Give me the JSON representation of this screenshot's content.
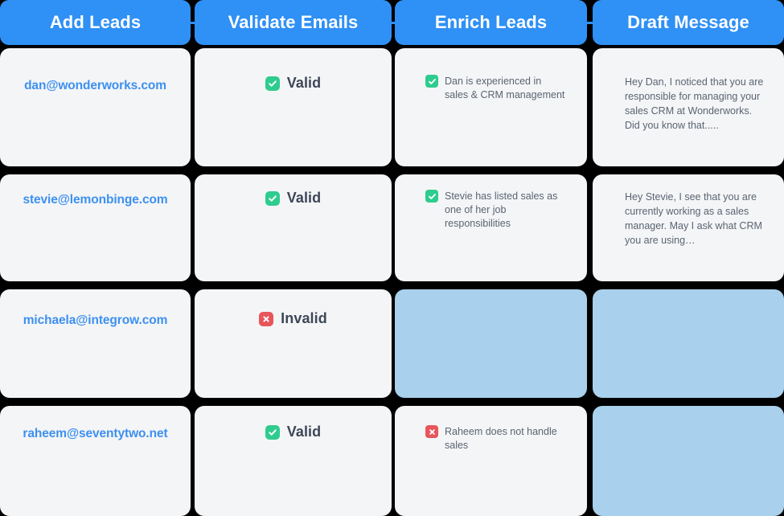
{
  "theme": {
    "background": "#000000",
    "accent": "#2f90f5",
    "card_bg": "#f4f5f7",
    "pending_bg": "#a9d0ec",
    "email_color": "#3d90f0",
    "body_text": "#5a6472",
    "valid_color": "#2ecc8f",
    "invalid_color": "#e8555a"
  },
  "columns": [
    {
      "id": "add-leads",
      "header": "Add Leads"
    },
    {
      "id": "validate-emails",
      "header": "Validate Emails"
    },
    {
      "id": "enrich-leads",
      "header": "Enrich Leads"
    },
    {
      "id": "draft-message",
      "header": "Draft Message"
    }
  ],
  "rows": [
    {
      "email": "dan@wonderworks.com",
      "validation": {
        "status": "Valid",
        "icon": "check-square-icon",
        "state": "valid"
      },
      "enrichment": {
        "text": "Dan is experienced in sales & CRM management",
        "icon": "check-square-icon",
        "state": "valid"
      },
      "message": {
        "text": "Hey Dan, I noticed that you are responsible  for managing your sales CRM at Wonderworks. Did you know that....."
      }
    },
    {
      "email": "stevie@lemonbinge.com",
      "validation": {
        "status": "Valid",
        "icon": "check-square-icon",
        "state": "valid"
      },
      "enrichment": {
        "text": "Stevie has listed sales as one of her job responsibilities",
        "icon": "check-square-icon",
        "state": "valid"
      },
      "message": {
        "text": "Hey Stevie, I see that you are currently working as a sales manager. May I ask what CRM you are using…"
      }
    },
    {
      "email": "michaela@integrow.com",
      "validation": {
        "status": "Invalid",
        "icon": "x-square-icon",
        "state": "invalid"
      },
      "enrichment": {
        "text": "",
        "icon": "",
        "state": "pending"
      },
      "message": {
        "text": "",
        "state": "pending"
      }
    },
    {
      "email": "raheem@seventytwo.net",
      "validation": {
        "status": "Valid",
        "icon": "check-square-icon",
        "state": "valid"
      },
      "enrichment": {
        "text": "Raheem does not handle sales",
        "icon": "x-square-icon",
        "state": "invalid"
      },
      "message": {
        "text": "",
        "state": "pending"
      }
    }
  ]
}
